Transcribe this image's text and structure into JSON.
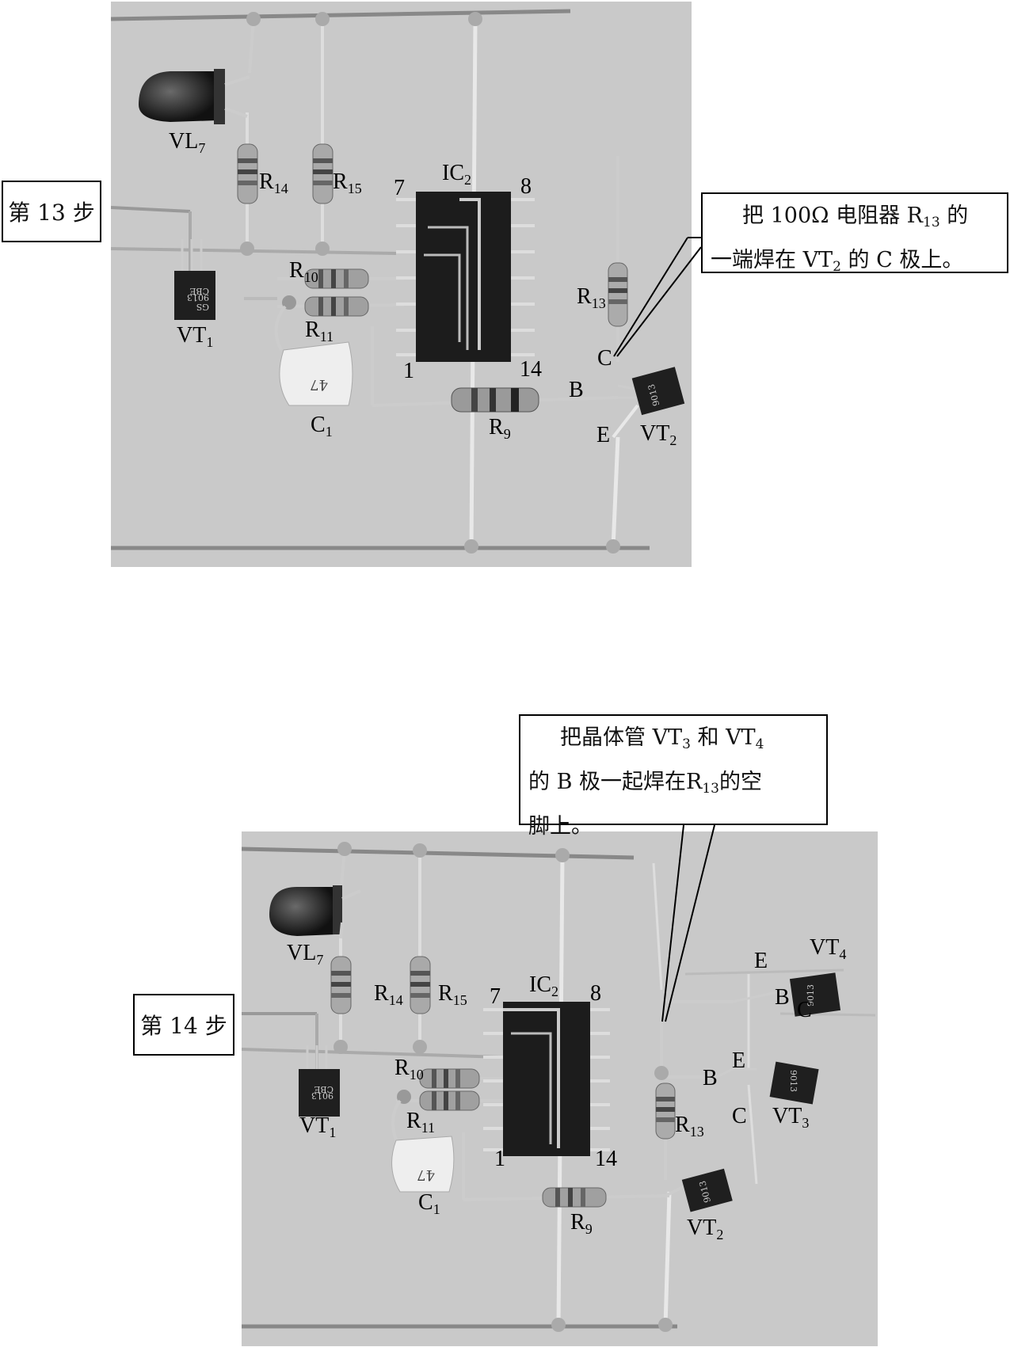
{
  "step13": {
    "step_label": "第 13 步",
    "callout": {
      "l1a": "把 100Ω 电阻器 R",
      "l1s": "13",
      "l1b": " 的",
      "l2a": "一端焊在 VT",
      "l2s": "2",
      "l2b": " 的 C 极上。"
    },
    "labels": {
      "vl7": "VL",
      "vl7_sub": "7",
      "r14": "R",
      "r14_sub": "14",
      "r15": "R",
      "r15_sub": "15",
      "ic2": "IC",
      "ic2_sub": "2",
      "pin7": "7",
      "pin8": "8",
      "pin1": "1",
      "pin14": "14",
      "r10": "R",
      "r10_sub": "10",
      "r11": "R",
      "r11_sub": "11",
      "r13": "R",
      "r13_sub": "13",
      "r9": "R",
      "r9_sub": "9",
      "c1": "C",
      "c1_sub": "1",
      "vt1": "VT",
      "vt1_sub": "1",
      "vt2": "VT",
      "vt2_sub": "2",
      "c": "C",
      "b": "B",
      "e": "E"
    }
  },
  "step14": {
    "step_label": "第 14 步",
    "callout": {
      "l1a": "把晶体管 VT",
      "l1s": "3",
      "l1b": " 和 VT",
      "l1s2": "4",
      "l2a": "的 B 极一起焊在R",
      "l2s": "13",
      "l2b": "的空",
      "l3": "脚上。"
    },
    "labels": {
      "vl7": "VL",
      "vl7_sub": "7",
      "r14": "R",
      "r14_sub": "14",
      "r15": "R",
      "r15_sub": "15",
      "ic2": "IC",
      "ic2_sub": "2",
      "pin7": "7",
      "pin8": "8",
      "pin1": "1",
      "pin14": "14",
      "r10": "R",
      "r10_sub": "10",
      "r11": "R",
      "r11_sub": "11",
      "r13": "R",
      "r13_sub": "13",
      "r9": "R",
      "r9_sub": "9",
      "c1": "C",
      "c1_sub": "1",
      "vt1": "VT",
      "vt1_sub": "1",
      "vt2": "VT",
      "vt2_sub": "2",
      "vt3": "VT",
      "vt3_sub": "3",
      "vt4": "VT",
      "vt4_sub": "4",
      "e4": "E",
      "b4": "B",
      "c4": "C",
      "e3": "E",
      "b3": "B",
      "c3": "C"
    }
  },
  "components": {
    "c1_marking": "47",
    "vt_marking_a": "CBE",
    "vt_marking_b": "9013",
    "vt_marking_c": "GS"
  }
}
